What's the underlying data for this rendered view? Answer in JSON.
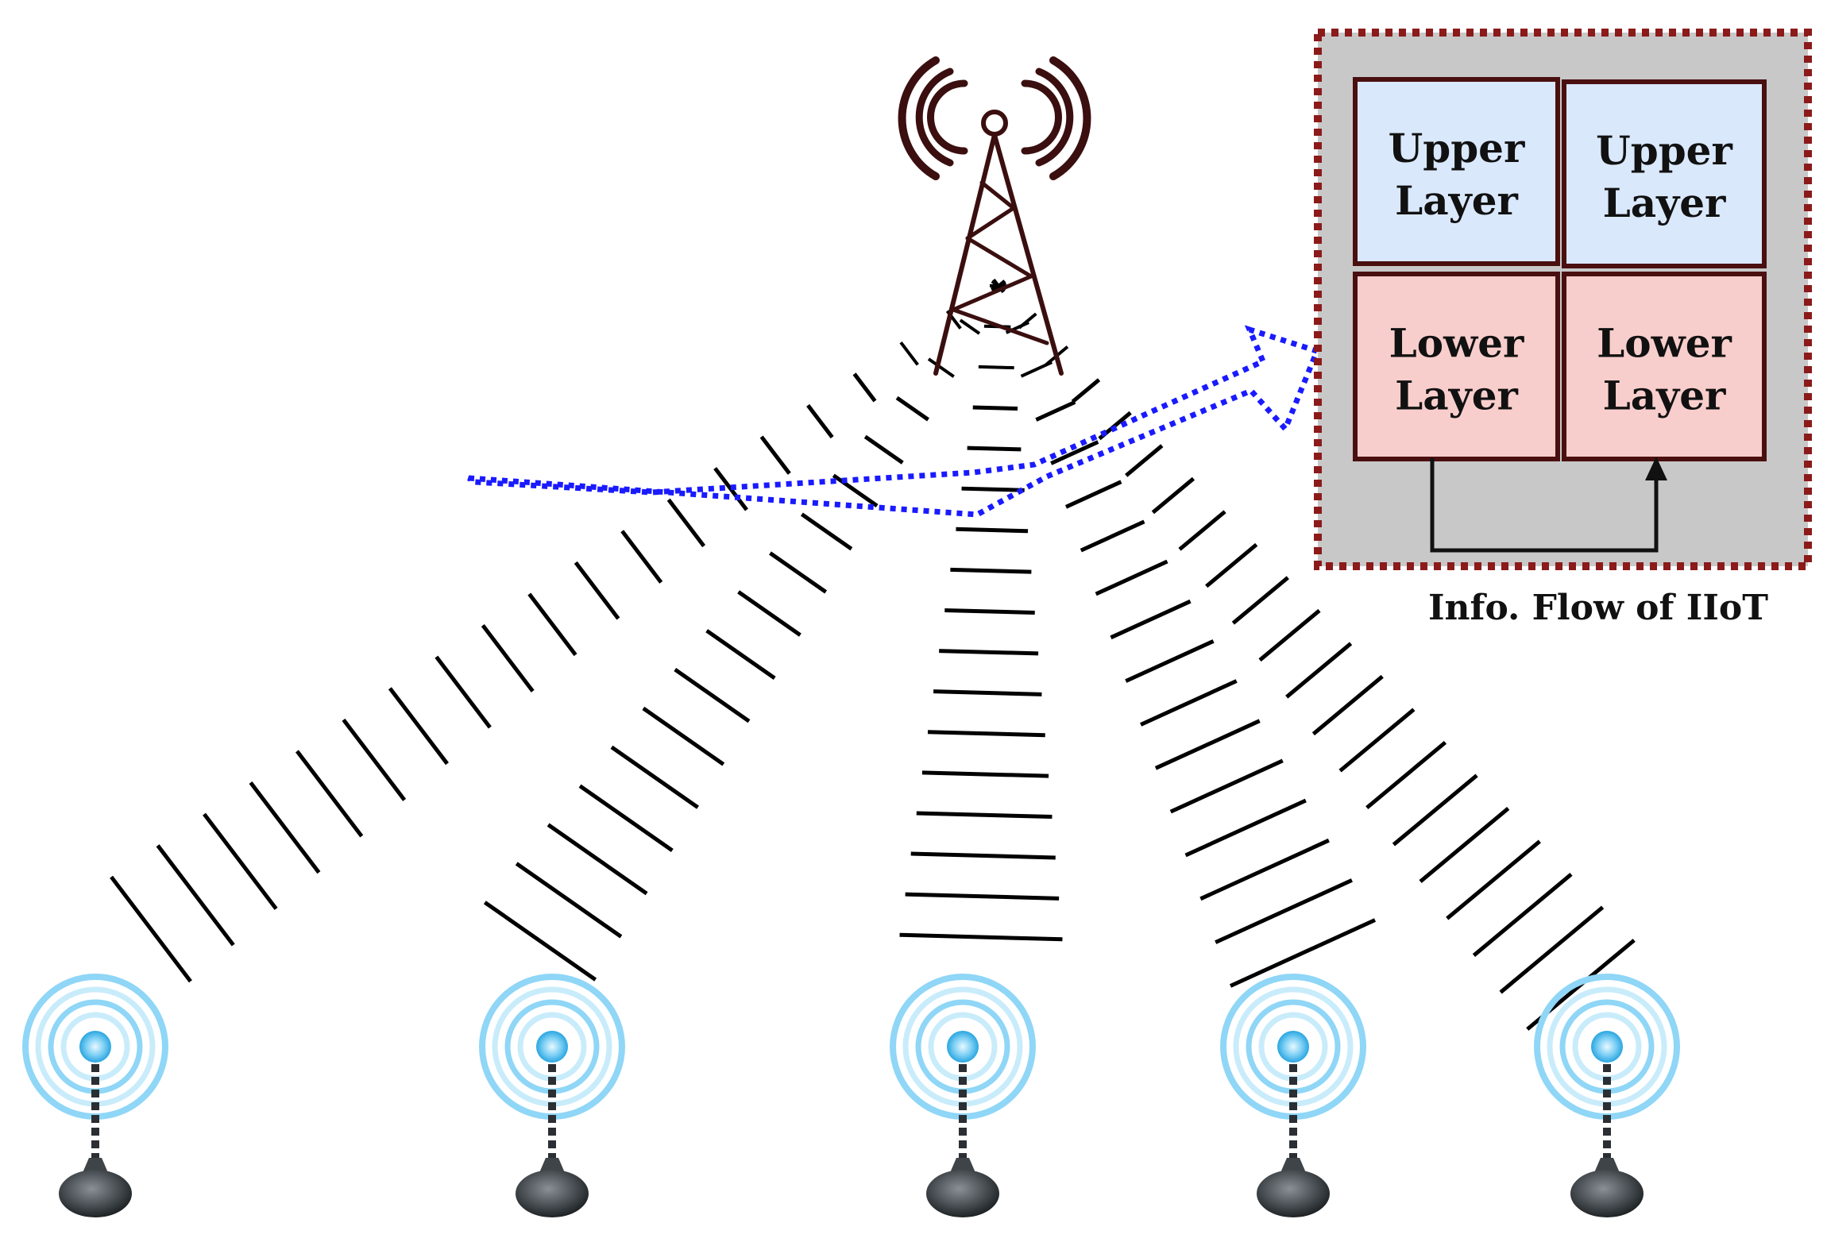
{
  "info_box": {
    "caption": "Info. Flow of IIoT",
    "cells": [
      {
        "line1": "Upper",
        "line2": "Layer"
      },
      {
        "line1": "Upper",
        "line2": "Layer"
      },
      {
        "line1": "Lower",
        "line2": "Layer"
      },
      {
        "line1": "Lower",
        "line2": "Layer"
      }
    ],
    "colors": {
      "panel_bg": "#c8c8c8",
      "panel_border": "#8b1a1a",
      "upper_fill": "#dae8fc",
      "lower_fill": "#f8cecc",
      "cell_border": "#4a1010"
    }
  },
  "icons": {
    "tower": "cell-tower-icon",
    "sensor": "wireless-sensor-icon"
  },
  "flow_arrow_color": "#1a1aff",
  "beam_color": "#000000"
}
